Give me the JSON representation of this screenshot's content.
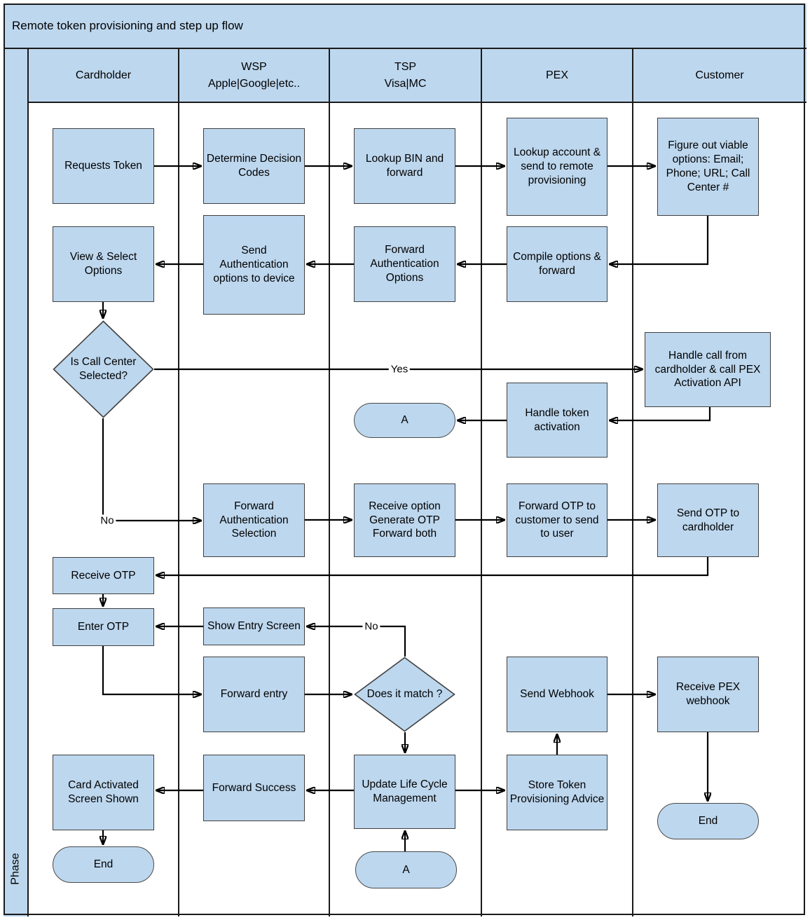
{
  "title": "Remote token provisioning and step up flow",
  "phase_label": "Phase",
  "lanes": [
    {
      "label": "Cardholder",
      "sub": ""
    },
    {
      "label": "WSP",
      "sub": "Apple|Google|etc.."
    },
    {
      "label": "TSP",
      "sub": "Visa|MC"
    },
    {
      "label": "PEX",
      "sub": ""
    },
    {
      "label": "Customer",
      "sub": ""
    }
  ],
  "edge_labels": {
    "yes": "Yes",
    "no_call_center": "No",
    "no_match": "No"
  },
  "colors": {
    "shape_fill": "#bdd7ee",
    "shape_border": "#404040",
    "line": "#000000"
  },
  "nodes": {
    "requests_token": {
      "text": "Requests Token"
    },
    "determine_codes": {
      "text": "Determine Decision Codes"
    },
    "lookup_bin": {
      "text": "Lookup BIN and forward"
    },
    "lookup_account": {
      "text": "Lookup account & send to remote provisioning"
    },
    "figure_out": {
      "text": "Figure out viable options: Email; Phone; URL; Call Center #"
    },
    "view_select": {
      "text": "View & Select Options"
    },
    "send_auth_options": {
      "text": "Send Authentication options to device"
    },
    "fwd_auth_options": {
      "text": "Forward Authentication Options"
    },
    "compile_options": {
      "text": "Compile options & forward"
    },
    "is_call_center": {
      "text": "Is Call Center Selected?"
    },
    "handle_call": {
      "text": "Handle call from cardholder & call PEX Activation API"
    },
    "handle_token": {
      "text": "Handle token activation"
    },
    "a1": {
      "text": "A"
    },
    "fwd_auth_sel": {
      "text": "Forward Authentication Selection"
    },
    "receive_option": {
      "text": "Receive option\nGenerate OTP\nForward both"
    },
    "forward_otp": {
      "text": "Forward OTP to customer to send to user"
    },
    "send_otp": {
      "text": "Send OTP to cardholder"
    },
    "receive_otp": {
      "text": "Receive OTP"
    },
    "enter_otp": {
      "text": "Enter OTP"
    },
    "show_entry": {
      "text": "Show Entry Screen"
    },
    "forward_entry": {
      "text": "Forward entry"
    },
    "does_match": {
      "text": "Does it match ?"
    },
    "update_lcm": {
      "text": "Update Life Cycle Management"
    },
    "forward_success": {
      "text": "Forward Success"
    },
    "card_activated": {
      "text": "Card Activated Screen Shown"
    },
    "store_token": {
      "text": "Store Token Provisioning Advice"
    },
    "send_webhook": {
      "text": "Send Webhook"
    },
    "receive_pex": {
      "text": "Receive PEX webhook"
    },
    "end_cardholder": {
      "text": "End"
    },
    "a2": {
      "text": "A"
    },
    "end_customer": {
      "text": "End"
    }
  }
}
